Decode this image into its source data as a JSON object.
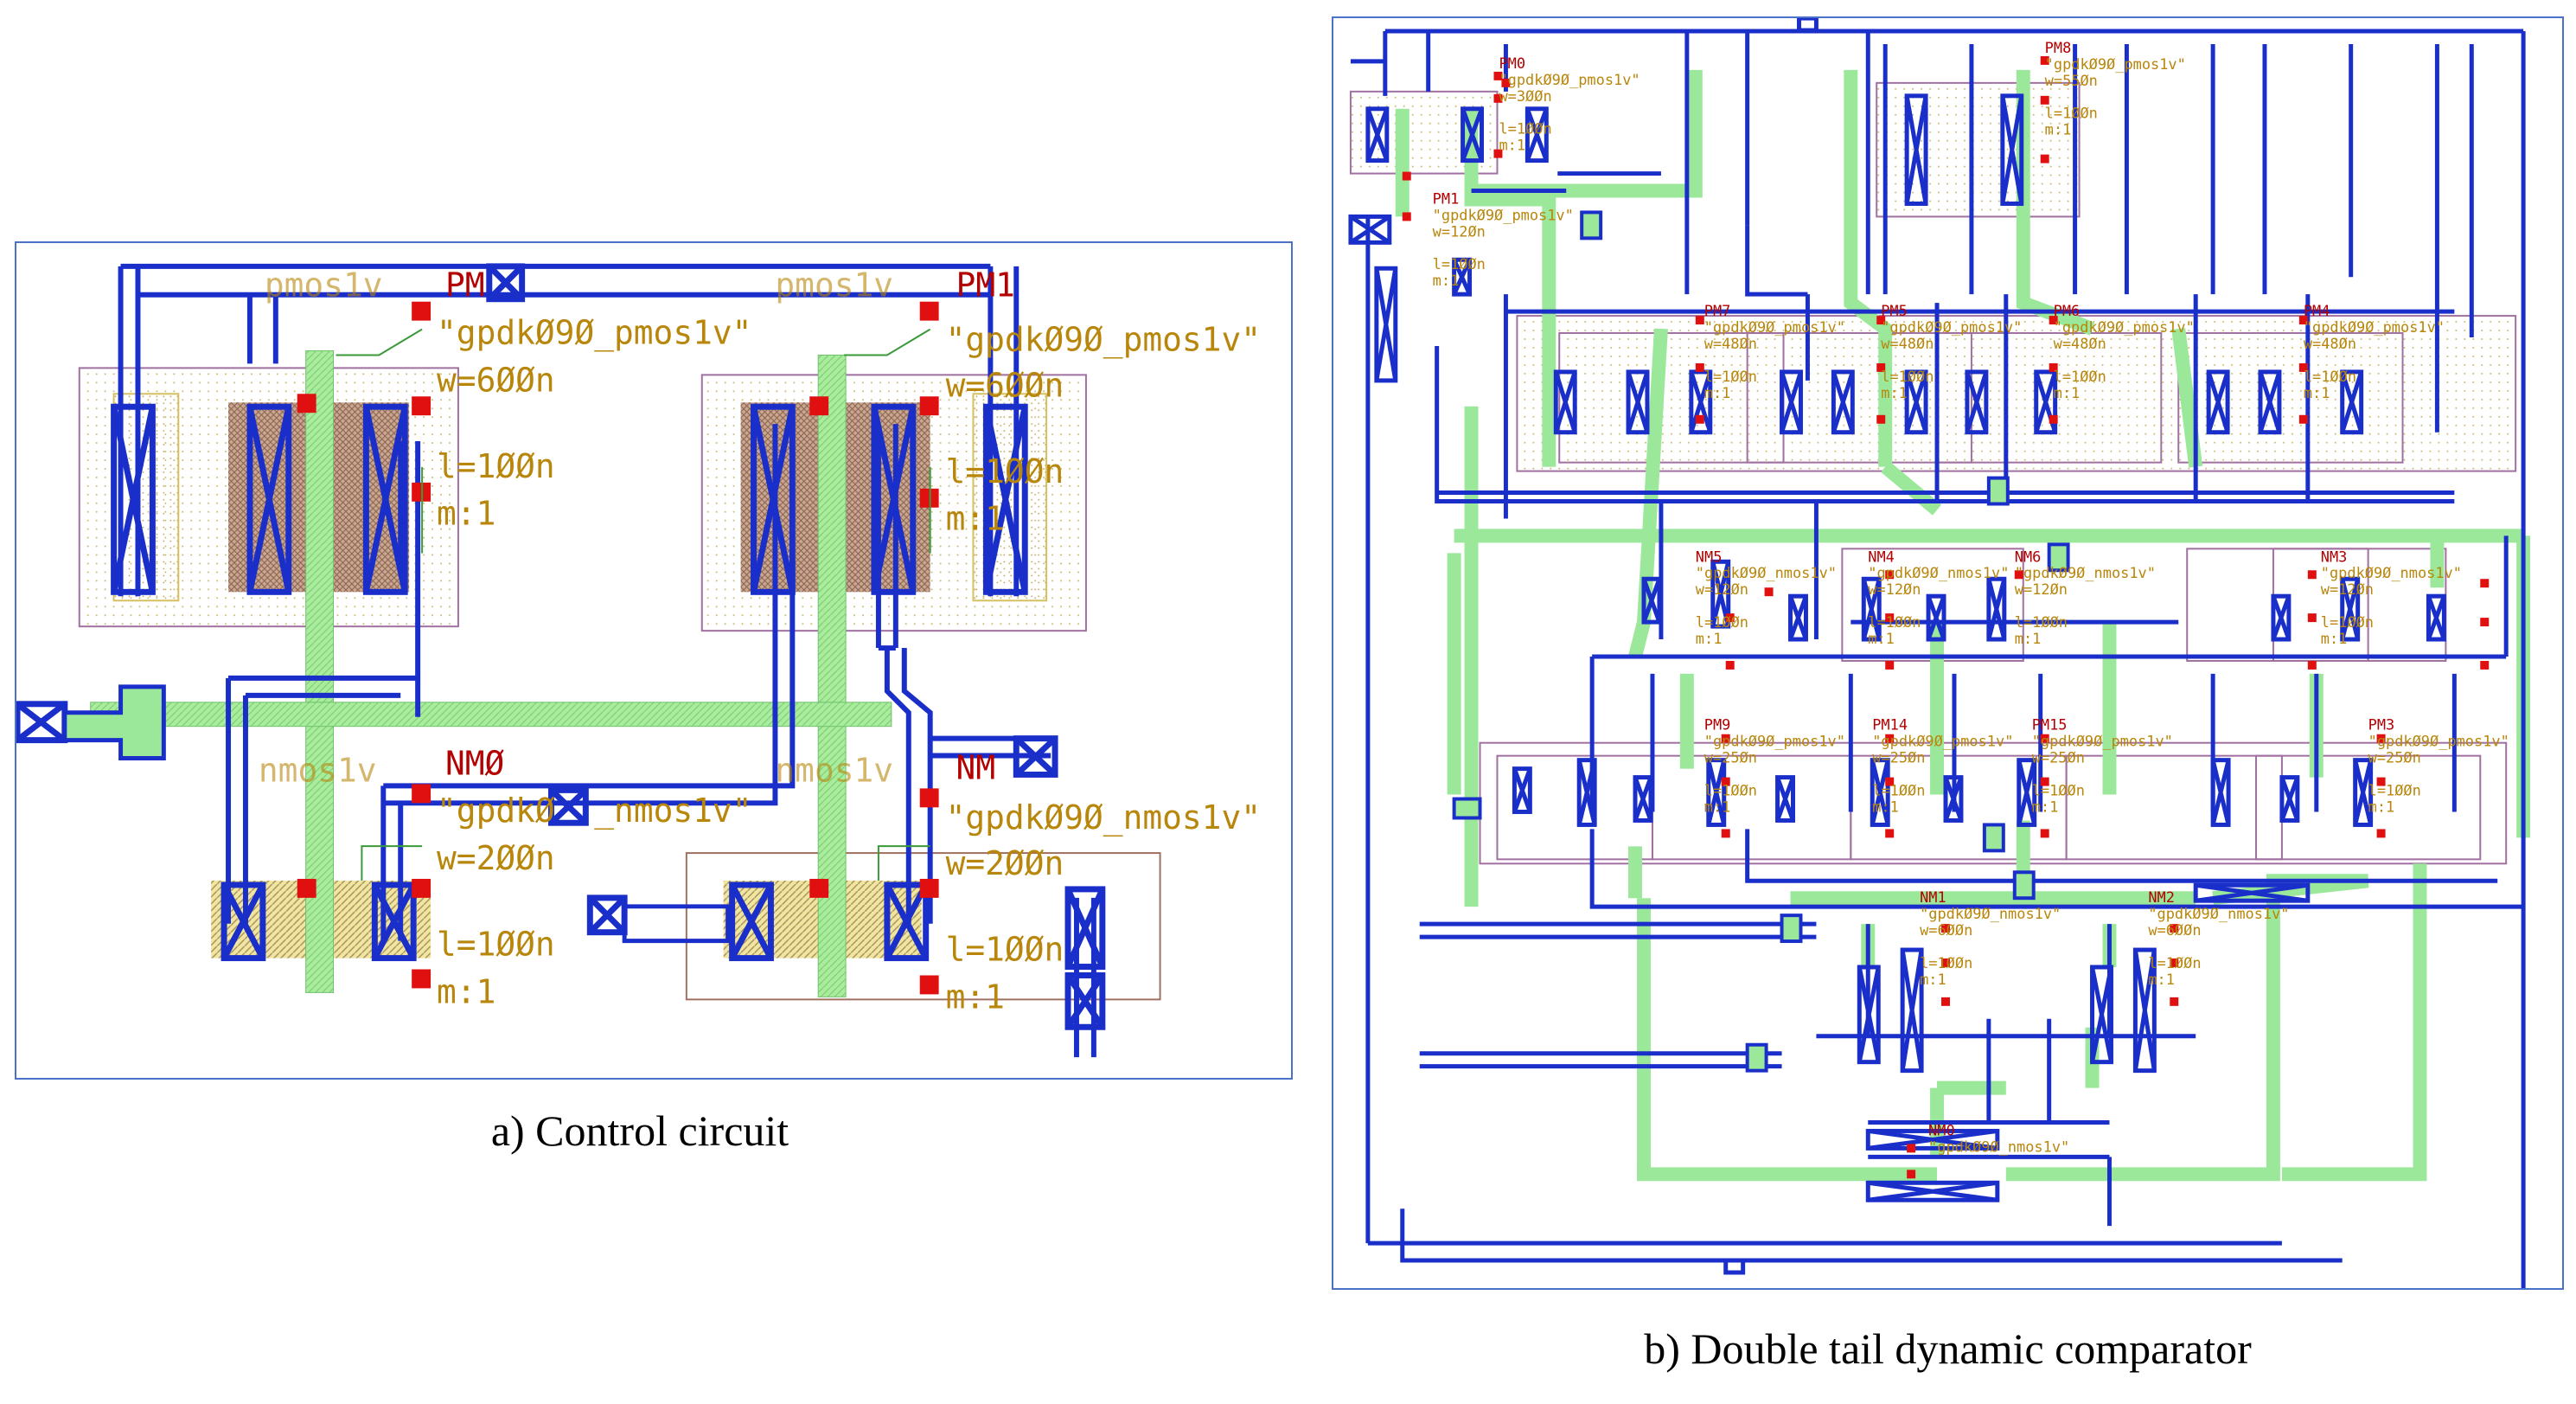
{
  "panel_a": {
    "caption": "a) Control circuit",
    "labels": {
      "pm0": "PM",
      "pm1": "PM1",
      "nm0": "NMØ",
      "nm1": "NM",
      "pmos_model": "\"gpdkØ9Ø_pmos1v\"",
      "pmos_model2": "\"gpdkØ9Ø_pmos1v\"",
      "nmos_model": "\"gpdkØ",
      "nmos_model_tail": "_nmos1v\"",
      "nmos_model2": "\"gpdkØ9Ø_nmos1v\"",
      "pmos_tag": "pmos1v",
      "pmos_tag2": "pmos1v",
      "nmos_tag": "nmos1v",
      "nmos_tag2": "nmos1v",
      "w_pm0": "w=6ØØn",
      "w_pm1": "w=6ØØn",
      "w_nm0": "w=2ØØn",
      "w_nm1": "w=2ØØn",
      "l_pm0": "l=1ØØn",
      "l_pm1": "l=1ØØn",
      "l_nm0": "l=1ØØn",
      "l_nm1": "l=1ØØn",
      "m_pm0": "m:1",
      "m_pm1": "m:1",
      "m_nm0": "m:1",
      "m_nm1": "m:1"
    }
  },
  "panel_b": {
    "caption": "b) Double tail dynamic comparator",
    "devices": [
      {
        "name": "PM0",
        "model": "\"gpdkØ9Ø_pmos1v\"",
        "w": "w=3ØØn",
        "l": "l=1ØØn",
        "m": "m:1"
      },
      {
        "name": "PM8",
        "model": "\"gpdkØ9Ø_pmos1v\"",
        "w": "w=55Øn",
        "l": "l=1ØØn",
        "m": "m:1"
      },
      {
        "name": "PM7",
        "model": "\"gpdkØ9Ø_pmos1v\"",
        "w": "w=48Øn",
        "l": "l=1ØØn",
        "m": "m:1"
      },
      {
        "name": "PM5",
        "model": "\"gpdkØ9Ø_pmos1v\"",
        "w": "w=48Øn",
        "l": "l=1ØØn",
        "m": "m:1"
      },
      {
        "name": "PM6",
        "model": "\"gpdkØ9Ø_pmos1v\"",
        "w": "w=48Øn",
        "l": "l=1ØØn",
        "m": "m:1"
      },
      {
        "name": "PM4",
        "model": "\"gpdkØ9Ø_pmos1v\"",
        "w": "w=48Øn",
        "l": "l=1ØØn",
        "m": "m:1"
      },
      {
        "name": "NM5",
        "model": "\"gpdkØ9Ø_nmos1v\"",
        "w": "w=12Øn",
        "l": "l=1ØØn",
        "m": "m:1"
      },
      {
        "name": "NM4",
        "model": "\"gpdkØ9Ø_nmos1v\"",
        "w": "w=12Øn",
        "l": "l=1ØØn",
        "m": "m:1"
      },
      {
        "name": "NM6",
        "model": "\"gpdkØ9Ø_nmos1v\"",
        "w": "w=12Øn",
        "l": "l=1ØØn",
        "m": "m:1"
      },
      {
        "name": "NM3",
        "model": "\"gpdkØ9Ø_nmos1v\"",
        "w": "w=12Øn",
        "l": "l=1ØØn",
        "m": "m:1"
      },
      {
        "name": "PM9",
        "model": "\"gpdkØ9Ø_pmos1v\"",
        "w": "w=25Øn",
        "l": "l=1ØØn",
        "m": "m:1"
      },
      {
        "name": "PM14",
        "model": "\"gpdkØ9Ø_pmos1v\"",
        "w": "w=25Øn",
        "l": "l=1ØØn",
        "m": "m:1"
      },
      {
        "name": "PM15",
        "model": "\"gpdkØ9Ø_pmos1v\"",
        "w": "w=25Øn",
        "l": "l=1ØØn",
        "m": "m:1"
      },
      {
        "name": "PM3",
        "model": "\"gpdkØ9Ø_pmos1v\"",
        "w": "w=25Øn",
        "l": "l=1ØØn",
        "m": "m:1"
      },
      {
        "name": "NM1",
        "model": "\"gpdkØ9Ø_nmos1v\"",
        "w": "w=6ØØn",
        "l": "l=1ØØn",
        "m": "m:1"
      },
      {
        "name": "NM2",
        "model": "\"gpdkØ9Ø_nmos1v\"",
        "w": "w=6ØØn",
        "l": "l=1ØØn",
        "m": "m:1"
      },
      {
        "name": "NM0",
        "model": "\"gpdkØ9Ø_nmos1v\"",
        "w": "",
        "l": "",
        "m": ""
      },
      {
        "name": "PM1",
        "model": "\"gpdkØ9Ø_pmos1v\"",
        "w": "w=12Øn",
        "l": "l=1ØØn",
        "m": "m:1"
      }
    ]
  },
  "colors": {
    "metal1": "#1a2fc9",
    "poly": "#9be89b",
    "contact": "#e01010",
    "well_outline": "#a070a0",
    "nwell_outline": "#a07060",
    "diffusion": "#e8e070",
    "label": "#b8860b",
    "border": "#4a72c8"
  }
}
